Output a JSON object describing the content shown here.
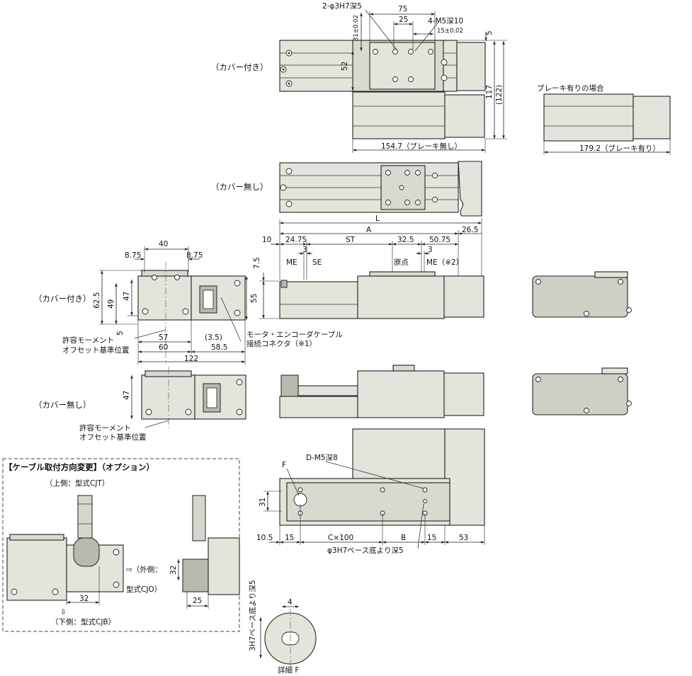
{
  "labels": {
    "cover_on_1": "（カバー付き）",
    "cover_off_1": "（カバー無し）",
    "cover_on_2": "（カバー付き）",
    "cover_off_2": "（カバー無し）",
    "brake_case": "ブレーキ有りの場合",
    "hole_top": "2-φ3H7深5",
    "tap_top": "4-M5深10",
    "moment_ref_1a": "許容モーメント",
    "moment_ref_1b": "オフセット基準位置",
    "moment_ref_2a": "許容モーメント",
    "moment_ref_2b": "オフセット基準位置",
    "connector_a": "モータ・エンコーダケーブル",
    "connector_b": "接続コネクタ（※1）",
    "origin": "原点",
    "me_left": "ME",
    "se": "SE",
    "me_right": "ME（※2）",
    "d_m5": "D-M5深8",
    "f_mark": "F",
    "base_hole": "φ3H7ベース底より深5",
    "detail_f": "詳細 F",
    "side_hole": "3H7ベース底より深5",
    "option_title": "【ケーブル取付方向変更】（オプション）",
    "upper": "（上側：型式CJT）",
    "outer_a": "⇨（外側：",
    "outer_b": "型式CJO）",
    "lower": "⇩",
    "lower_text": "（下側：型式CJB）"
  },
  "dims": {
    "d75": "75",
    "d25": "25",
    "d15tol": "15±0.02",
    "d31tol": "31±0.02",
    "d52": "52",
    "d5": "5",
    "d117": "117",
    "d122p": "(122)",
    "d154": "154.7（ブレーキ無し）",
    "d179": "179.2（ブレーキ有り）",
    "dL": "L",
    "dA": "A",
    "d265": "26.5",
    "d10": "10",
    "d2475": "24.75",
    "dST": "ST",
    "d325": "32.5",
    "d5075": "50.75",
    "d3a": "3",
    "d3b": "3",
    "d40": "40",
    "d875a": "8.75",
    "d875b": "8.75",
    "d75b": "7.5",
    "d625": "62.5",
    "d49": "49",
    "d47": "47",
    "d55": "55",
    "d5b": "5",
    "d57": "57",
    "d35": "(3.5)",
    "d60": "60",
    "d585": "58.5",
    "d122": "122",
    "d47b": "47",
    "d31": "31",
    "d105": "10.5",
    "d15a": "15",
    "dC100": "C×100",
    "dB": "B",
    "d15b": "15",
    "d53": "53",
    "d4": "4",
    "d32a": "32",
    "d32b": "32",
    "d25b": "25"
  },
  "colors": {
    "body": "#e4e4dc",
    "shade": "#b9b9b0"
  }
}
